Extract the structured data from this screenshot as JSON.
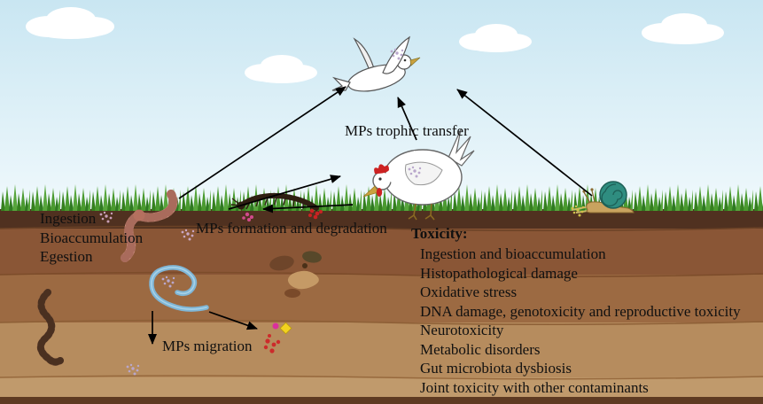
{
  "figure": {
    "labels": {
      "trophic_transfer": "MPs trophic transfer",
      "formation_degradation": "MPs formation and degradation",
      "migration": "MPs migration"
    },
    "earthworm_processes": [
      "Ingestion",
      "Bioaccumulation",
      "Egestion"
    ],
    "toxicity": {
      "title": "Toxicity:",
      "items": [
        "Ingestion and bioaccumulation",
        "Histopathological damage",
        "Oxidative stress",
        "DNA damage, genotoxicity and reproductive toxicity",
        "Neurotoxicity",
        "Metabolic disorders",
        "Gut microbiota dysbiosis",
        "Joint toxicity with other contaminants"
      ]
    },
    "organisms": [
      "bird",
      "chicken",
      "centipede",
      "earthworm",
      "snail",
      "nematode"
    ],
    "colors": {
      "sky": "#cde8f3",
      "grass_green": "#3e8a2a",
      "soil_dark": "#503120",
      "soil_mid": "#8a5636",
      "soil_light": "#b68c5e",
      "mp_red": "#cc2b2b",
      "mp_magenta": "#d9309c",
      "mp_yellow": "#f2d21f",
      "mp_purple": "#b9a7cc"
    }
  }
}
